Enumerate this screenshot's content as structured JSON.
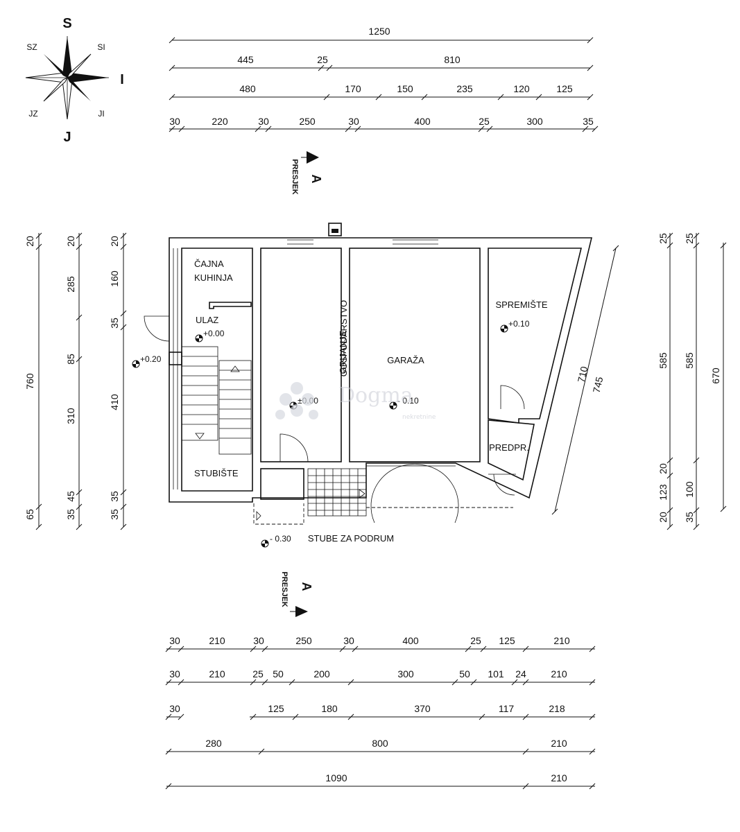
{
  "compass": {
    "north": "S",
    "south": "J",
    "east": "I",
    "ne": "SI",
    "nw": "SZ",
    "se": "JI",
    "sw": "JZ"
  },
  "section": {
    "letter": "A",
    "label": "PRESJEK"
  },
  "top_dims": {
    "row1": [
      "1250"
    ],
    "row2": [
      "445",
      "25",
      "810"
    ],
    "row3": [
      "480",
      "170",
      "150",
      "235",
      "120",
      "125"
    ],
    "row4": [
      "30",
      "220",
      "30",
      "250",
      "30",
      "400",
      "25",
      "300",
      "35"
    ]
  },
  "bottom_dims": {
    "row1": [
      "30",
      "210",
      "30",
      "250",
      "30",
      "400",
      "25",
      "125",
      "210"
    ],
    "row2": [
      "30",
      "210",
      "25",
      "50",
      "200",
      "300",
      "50",
      "101",
      "24",
      "210"
    ],
    "row3": [
      "30",
      "125",
      "180",
      "370",
      "117",
      "218"
    ],
    "row4": [
      "280",
      "800",
      "210"
    ],
    "row5": [
      "1090",
      "210"
    ]
  },
  "left_dims": {
    "col1": [
      "20",
      "760",
      "65"
    ],
    "col2": [
      "20",
      "285",
      "85",
      "310",
      "45",
      "35"
    ],
    "col3": [
      "20",
      "160",
      "35",
      "410",
      "35",
      "35"
    ]
  },
  "right_dims": {
    "col1": [
      "25",
      "585",
      "20",
      "123",
      "20"
    ],
    "col2": [
      "25",
      "585",
      "100",
      "35"
    ],
    "col3": [
      "670"
    ],
    "diag": [
      "710",
      "745"
    ]
  },
  "rooms": {
    "cajna_1": "ČAJNA",
    "cajna_2": "KUHINJA",
    "ulaz": "ULAZ",
    "stubiste": "STUBIŠTE",
    "gosp_1": "GOSPODARSTVO",
    "gosp_2": "GRIJANJE",
    "garaza": "GARAŽA",
    "spremiste": "SPREMIŠTE",
    "predpr": "PREDPR.",
    "stube": "STUBE ZA PODRUM"
  },
  "levels": {
    "ulaz": "+0.00",
    "outside": "+0.20",
    "gosp": "±0.00",
    "garaza": "- 0.10",
    "spremiste": "+0.10",
    "stube": "- 0.30"
  },
  "watermark": {
    "brand": "Dogma",
    "sub": "nekretnine"
  }
}
